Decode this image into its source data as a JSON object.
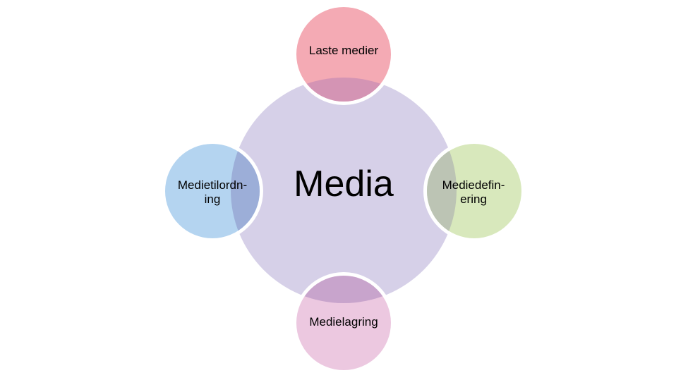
{
  "center": {
    "label": "Media",
    "color": "#d6d0e8"
  },
  "nodes": {
    "top": {
      "lines": [
        "Laste medier"
      ],
      "color": "#f4aab4",
      "overlap_color": "#d494b4"
    },
    "right": {
      "lines": [
        "Mediedefin-",
        "ering"
      ],
      "color": "#d8e8bc",
      "overlap_color": "#bcc4b4"
    },
    "bottom": {
      "lines": [
        "Medielagring"
      ],
      "color": "#ecc8e0",
      "overlap_color": "#c8a4cc"
    },
    "left": {
      "lines": [
        "Medietilordn-",
        "ing"
      ],
      "color": "#b4d4f0",
      "overlap_color": "#9caed8"
    }
  },
  "ring_color": "#ffffff"
}
